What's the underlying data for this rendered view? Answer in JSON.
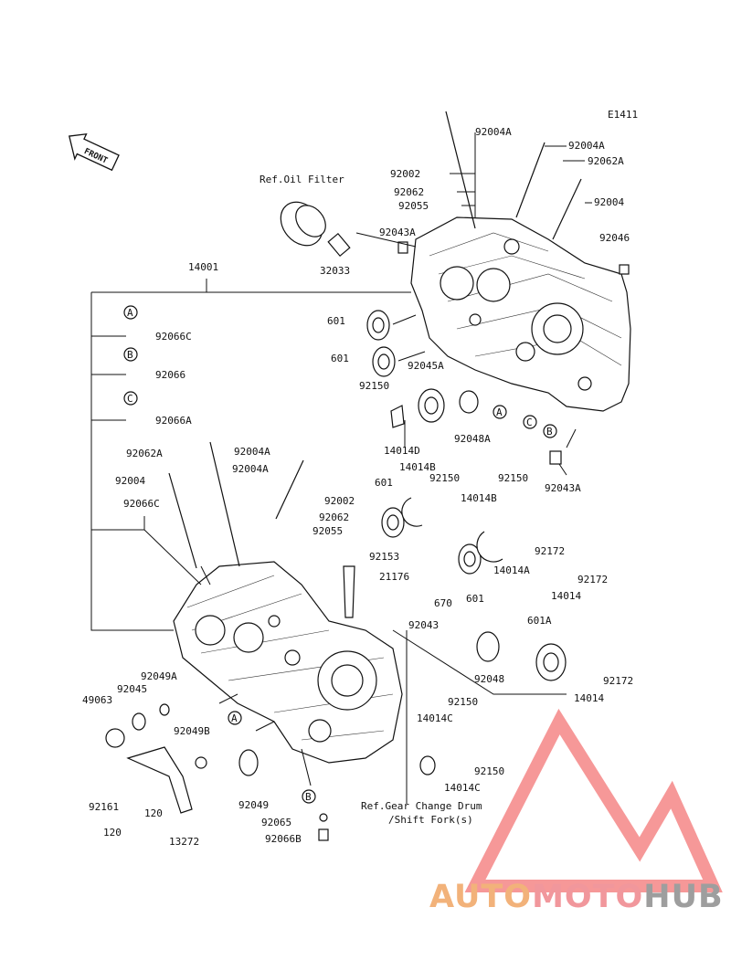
{
  "diagram_code": "E1411",
  "front_label": "FRONT",
  "ref_labels": {
    "oil_filter": "Ref.Oil Filter",
    "gear_change_1": "Ref.Gear Change Drum",
    "gear_change_2": "/Shift Fork(s)"
  },
  "circle_labels": [
    "A",
    "B",
    "C",
    "A",
    "C",
    "B",
    "A",
    "B"
  ],
  "part_labels": [
    "92004A",
    "92004A",
    "92062A",
    "92004",
    "92002",
    "92062",
    "92055",
    "92043A",
    "92046",
    "32033",
    "14001",
    "601",
    "601",
    "92045A",
    "92150",
    "92048A",
    "14014D",
    "92043A",
    "92066C",
    "92066",
    "92066A",
    "92062A",
    "92004A",
    "92004A",
    "92004",
    "92066C",
    "92002",
    "92062",
    "92055",
    "601",
    "14014B",
    "92150",
    "92150",
    "14014B",
    "92153",
    "21176",
    "601",
    "670",
    "92043",
    "92172",
    "14014A",
    "92172",
    "14014",
    "601A",
    "92048",
    "92172",
    "14014",
    "49063",
    "92045",
    "92049A",
    "92049B",
    "92150",
    "14014C",
    "92150",
    "14014C",
    "92049",
    "92161",
    "120",
    "120",
    "13272",
    "92065",
    "92066B"
  ],
  "brand": {
    "part1": "AUTO",
    "part2": "MOTO",
    "part3": "HUB"
  },
  "colors": {
    "logo_orange": "#f2b27a",
    "logo_red": "#f1979c",
    "logo_gray": "#9e9e9e",
    "line": "#111111"
  }
}
